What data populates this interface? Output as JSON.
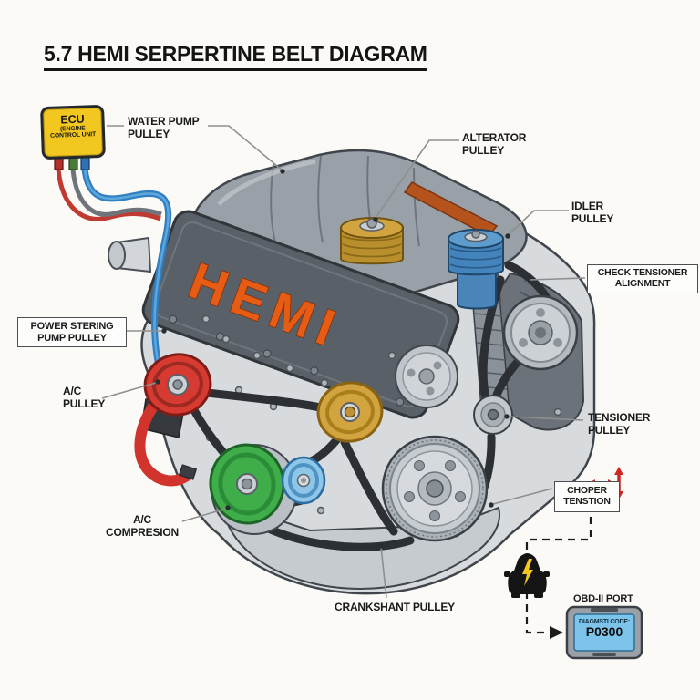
{
  "title": "5.7 HEMI SERPERTINE BELT DIAGRAM",
  "ecu_box": {
    "name": "ECU",
    "sub1": "(ENGINE",
    "sub2": "CONTROL UNIT"
  },
  "engine_badge": "HEMI",
  "labels": {
    "water_pump": [
      "WATER PUMP",
      "PULLEY"
    ],
    "alternator": [
      "ALTERATOR",
      "PULLEY"
    ],
    "idler": [
      "IDLER",
      "PULLEY"
    ],
    "check_tensioner": [
      "CHECK TENSIONER",
      "ALIGNMENT"
    ],
    "power_steering": [
      "POWER STERING",
      "PUMP PULLEY"
    ],
    "ac_pulley": [
      "A/C",
      "PULLEY"
    ],
    "ac_compressor": [
      "A/C",
      "COMPRESION"
    ],
    "tensioner": [
      "TENSIONER",
      "PULLEY"
    ],
    "chopper_tension": [
      "CHOPER",
      "TENSTION"
    ],
    "crankshaft": "CRANKSHANT PULLEY",
    "obd_port": "OBD-II PORT"
  },
  "scanner": {
    "code_label": "DIAGMSTI CODE:",
    "code_value": "P0300"
  },
  "colors": {
    "bg": "#fbfaf7",
    "ink": "#1b1b1b",
    "leader": "#8f8f8f",
    "ecu_yellow": "#f2c71f",
    "hemi_orange": "#e65c15",
    "belt": "#2c3034",
    "pulley_red": "#d63a30",
    "pulley_green": "#3fae4a",
    "pulley_gold": "#d2a440",
    "pulley_blue": "#4484bd",
    "pulley_lightblue": "#8ec6e8",
    "hose_blue": "#2f7fc1",
    "screen_blue": "#7cc4ea",
    "accent_red": "#cf2721"
  }
}
